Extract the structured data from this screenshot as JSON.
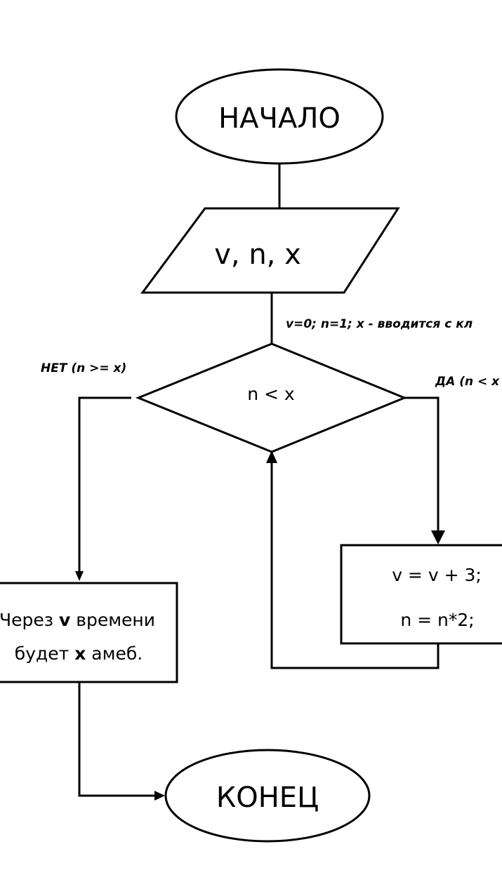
{
  "start": {
    "label": "НАЧАЛО"
  },
  "input": {
    "label": "v, n, x"
  },
  "init_note": "v=0; n=1; x - вводится с кл",
  "decision": {
    "condition": "n < x",
    "no_label": "НЕТ (n >= x)",
    "yes_label": "ДА (n < x"
  },
  "loop_body": {
    "line1": "v = v + 3;",
    "line2": "n = n*2;"
  },
  "output": {
    "line1_prefix": "Через ",
    "line1_var": "v",
    "line1_suffix": " времени",
    "line2_prefix": "будет ",
    "line2_var": "x",
    "line2_suffix": " амеб."
  },
  "end": {
    "label": "КОНЕЦ"
  }
}
